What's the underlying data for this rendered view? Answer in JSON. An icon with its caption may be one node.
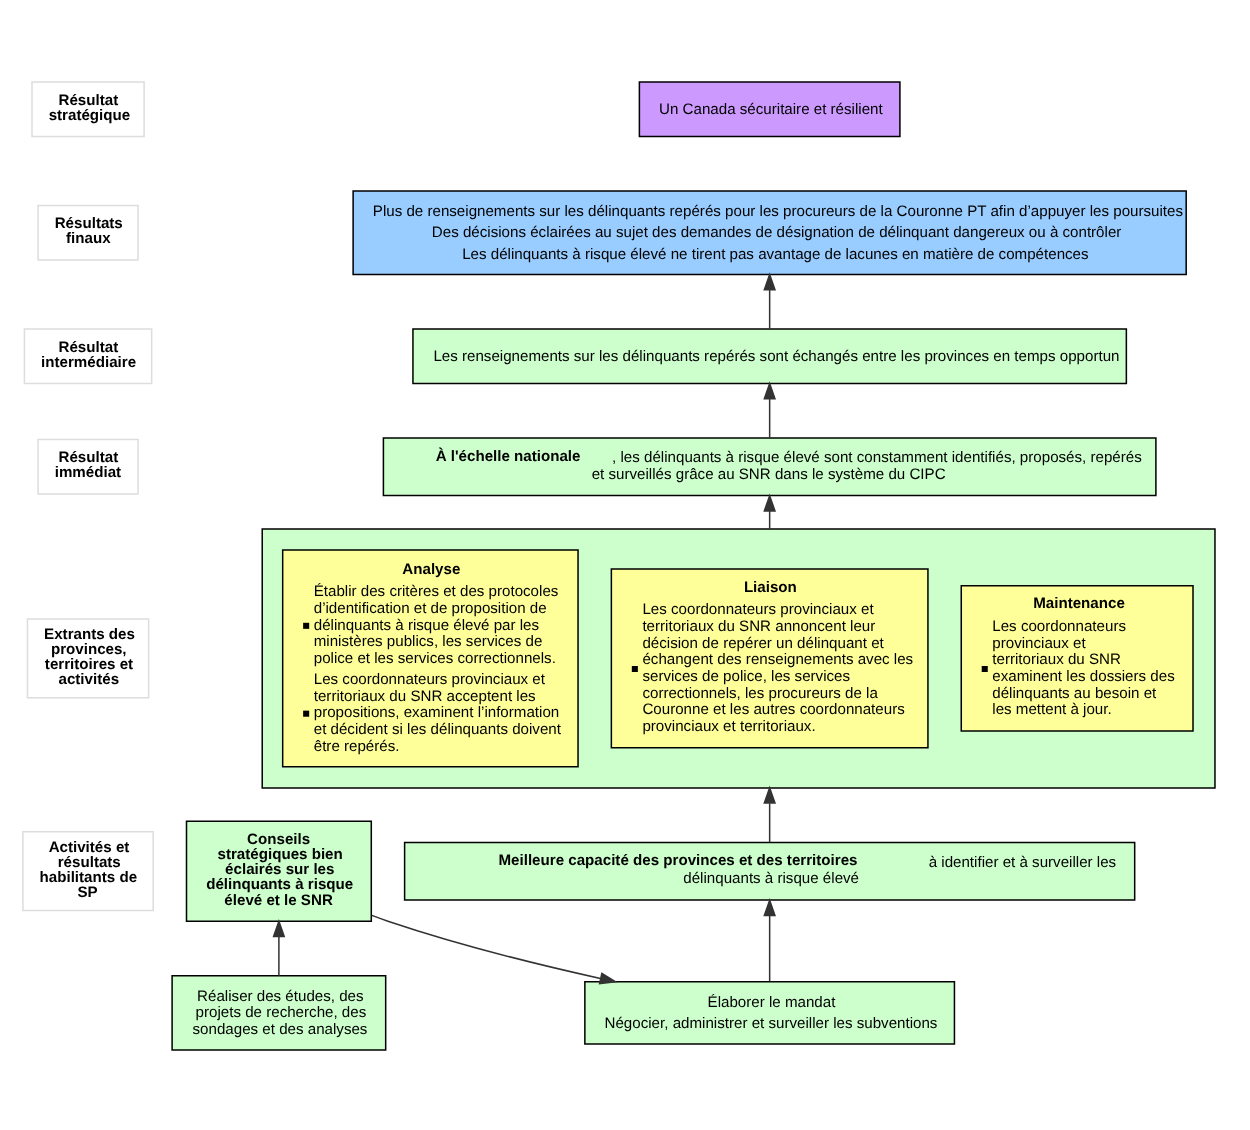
{
  "diagram": {
    "nodes": [
      {
        "text": [
          "Un Canada sécuritaire et résilient"
        ]
      },
      {
        "text": [
          "Plus de renseignements sur les délinquants repérés pour les procureurs de la Couronne PT afin d’appuyer les poursuites",
          "Des décisions éclairées au sujet des demandes de désignation de délinquant dangereux ou à contrôler",
          "Les délinquants à risque élevé ne tirent pas avantage de lacunes en matière de compétences"
        ]
      },
      {
        "text": [
          "Les renseignements sur les délinquants repérés sont échangés entre les provinces en temps opportun"
        ]
      },
      {
        "text": [
          "**À l'échelle nationale**, les délinquants à risque élevé sont constamment identifiés, proposés, repérés et surveillés grâce au SNR dans le système du CIPC"
        ]
      },
      {
        "text": [],
        "shape": "box"
      },
      {
        "text": [
          "Analyse",
          "Établir des critères et des protocoles d’identification et de proposition de délinquants à risque élevé par les ministères publics, les services de police et les services correctionnels.",
          "Les coordonnateurs provinciaux et territoriaux du SNR acceptent les propositions, examinent l’information et décident si les délinquants doivent être repérés."
        ],
        "in": 4
      },
      {
        "text": [
          "Liaison",
          "Les coordonnateurs provinciaux et territoriaux du SNR annoncent leur décision de repérer un délinquant et échangent des renseignements avec les services de police, les services correctionnels, les procureurs de la Couronne et les autres coordonnateurs provinciaux et territoriaux."
        ],
        "in": 4
      },
      {
        "text": [
          "Maintenance",
          "Les coordonnateurs provinciaux et territoriaux du SNR examinent les dossiers des délinquants au besoin et les mettent à jour."
        ],
        "in": 4
      },
      {
        "text": [
          "Conseils stratégiques bien éclairés sur les délinquants à risque élevé et le SNR"
        ]
      },
      {
        "text": [
          "Réaliser des études, des projets de recherche, des sondages et des analyses"
        ]
      },
      {
        "text": [
          "**Meilleure capacité des provinces et des territoires** à identifier et à surveiller les délinquants à risque élevé"
        ]
      },
      {
        "text": [
          "Élaborer le mandat",
          "Négocier, administrer et surveiller les subventions"
        ]
      }
    ],
    "edges": [
      {
        "from": 2,
        "to": 1,
        "arrow": "to"
      },
      {
        "from": 3,
        "to": 2,
        "arrow": "to"
      },
      {
        "from": 4,
        "to": 3,
        "arrow": "to"
      },
      {
        "from": 10,
        "to": 4,
        "arrow": "to"
      },
      {
        "from": 11,
        "to": 10,
        "arrow": "to"
      },
      {
        "from": 9,
        "to": 8,
        "arrow": "to"
      },
      {
        "from": 8,
        "to": 11,
        "arrow": "to"
      }
    ],
    "labels": [
      "Résultat stratégique",
      "Résultats finaux",
      "Résultat intermédiaire",
      "Résultat immédiat",
      "Extrants des provinces, territoires et activités",
      "Activités et résultats habilitants de SP"
    ]
  }
}
